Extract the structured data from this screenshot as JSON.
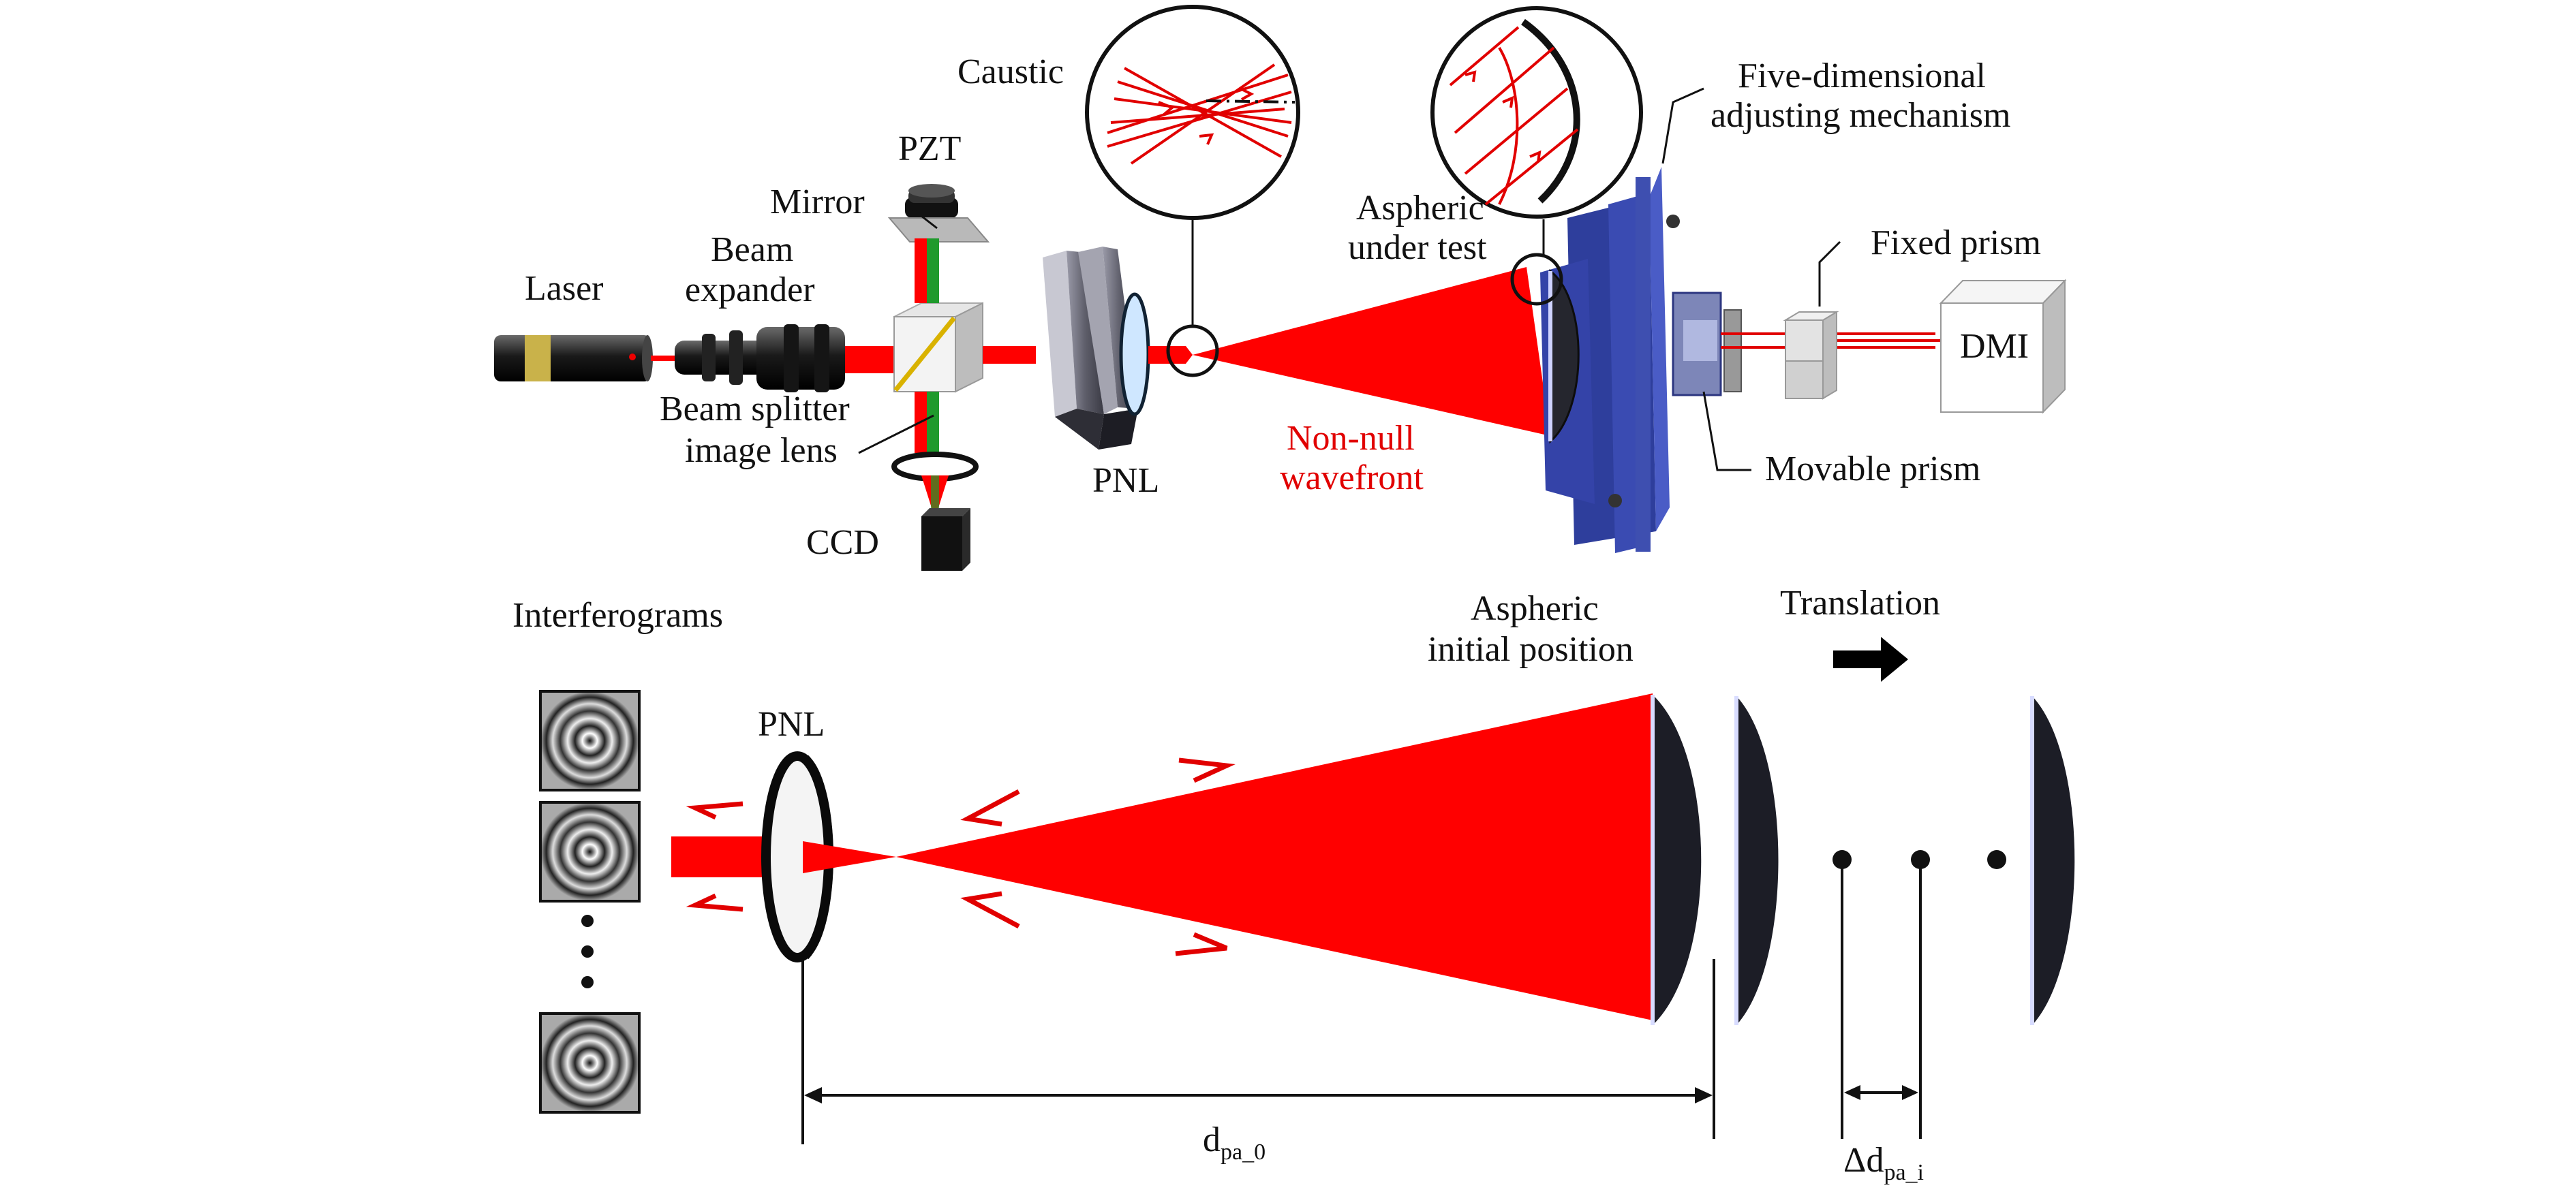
{
  "colors": {
    "beam": "#ff0000",
    "reference": "#1f9a2c",
    "mount": "#3e4fb0",
    "annotation_red": "#e10000",
    "ink": "#111111"
  },
  "top": {
    "caustic": "Caustic",
    "pzt": "PZT",
    "mirror": "Mirror",
    "laser": "Laser",
    "beam_expander_1": "Beam",
    "beam_expander_2": "expander",
    "beam_splitter_1": "Beam splitter",
    "beam_splitter_2": "image lens",
    "ccd": "CCD",
    "pnl": "PNL",
    "nonnull_1": "Non-null",
    "nonnull_2": "wavefront",
    "aspheric_1": "Aspheric",
    "aspheric_2": "under test",
    "five_dim_1": "Five-dimensional",
    "five_dim_2": "adjusting mechanism",
    "fixed_prism": "Fixed prism",
    "dmi": "DMI",
    "movable_prism": "Movable prism"
  },
  "bottom": {
    "interferograms": "Interferograms",
    "pnl": "PNL",
    "aspheric_1": "Aspheric",
    "aspheric_2": "initial position",
    "translation": "Translation",
    "d_main": "d",
    "d_sub": "pa_0",
    "delta": "Δd",
    "delta_sub": "pa_i"
  },
  "icons": [
    "arrow-right-icon",
    "ellipsis-dots-icon"
  ]
}
